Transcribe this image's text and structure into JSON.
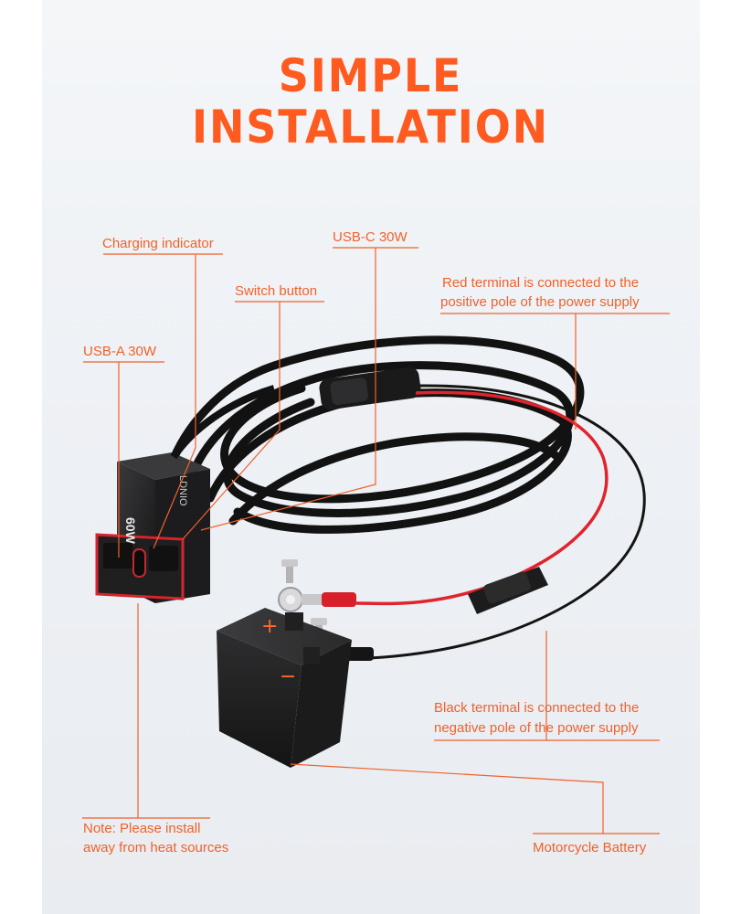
{
  "title": {
    "line1": "SIMPLE",
    "line2": "INSTALLATION"
  },
  "callouts": {
    "charging_indicator": "Charging indicator",
    "usb_c": "USB-C 30W",
    "switch_button": "Switch button",
    "usb_a": "USB-A 30W",
    "red_terminal_line1": "Red terminal is connected to the",
    "red_terminal_line2": "positive pole of the power supply",
    "black_terminal_line1": "Black terminal is connected to the",
    "black_terminal_line2": "negative pole of the power supply",
    "note_line1": "Note: Please install",
    "note_line2": "away from heat sources",
    "battery": "Motorcycle Battery"
  },
  "device": {
    "brand": "LDNIO",
    "power": "60W"
  },
  "battery": {
    "plus": "+",
    "minus": "−"
  },
  "colors": {
    "accent": "#ff5a1f",
    "label": "#f2612a",
    "red_wire": "#e0242d",
    "cable": "#151515"
  }
}
